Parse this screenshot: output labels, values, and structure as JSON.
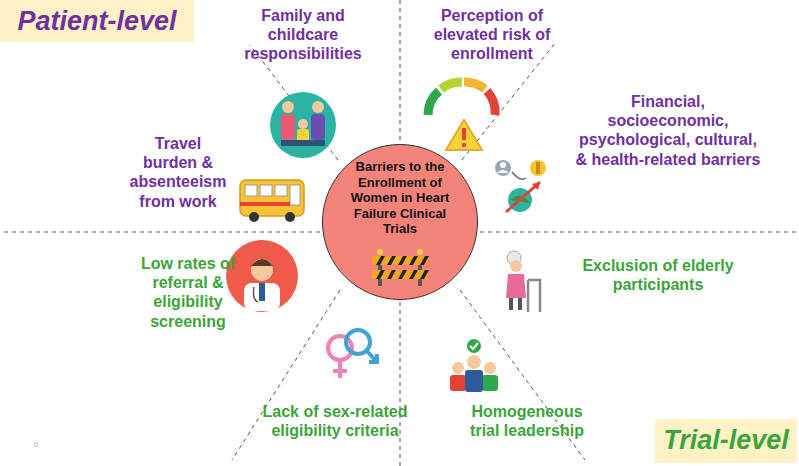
{
  "diagram": {
    "nodes": [
      {
        "text": [
          "Patient-level"
        ]
      },
      {
        "text": [
          "Barriers to the Enrollment of Women in Heart Failure Clinical Trials"
        ]
      },
      {
        "text": [
          "Trial-level"
        ]
      }
    ],
    "labels": [
      "Family and childcare responsibilities",
      "Perception of elevated risk of enrollment",
      "Travel burden & absenteeism from work",
      "Financial, socioeconomic, psychological, cultural, & health-related barriers",
      "Low rates of referral & eligibility screening",
      "Exclusion of elderly participants",
      "Lack of sex-related eligibility criteria",
      "Homogeneous trial leadership",
      "0"
    ]
  }
}
